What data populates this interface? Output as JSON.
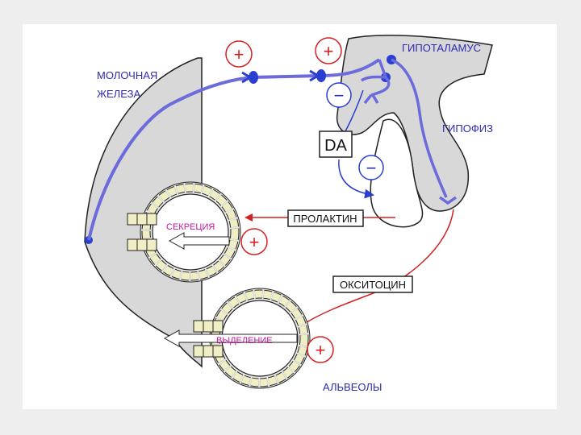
{
  "labels": {
    "mammary_gland_line1": "МОЛОЧНАЯ",
    "mammary_gland_line2": "ЖЕЛЕЗА",
    "hypothalamus": "ГИПОТАЛАМУС",
    "pituitary": "ГИПОФИЗ",
    "dopamine": "DA",
    "prolactin": "ПРОЛАКТИН",
    "oxytocin": "ОКСИТОЦИН",
    "secretion": "СЕКРЕЦИЯ",
    "excretion": "ВЫДЕЛЕНИЕ",
    "alveoli": "АЛЬВЕОЛЫ"
  },
  "signs": {
    "plus": "+",
    "minus": "−"
  },
  "colors": {
    "nerve": "#6b6bdc",
    "hormone_arrow": "#d42020",
    "plus_sign": "#d42020",
    "minus_sign": "#2030a0",
    "label_blue": "#2b2bb0",
    "label_magenta": "#c0189a",
    "tissue_gray": "#d8d8d8",
    "cell_fill": "#f0eec4"
  },
  "icons": [
    "breast-outline",
    "hypothalamus-pituitary-shape",
    "alveolus-ring",
    "duct",
    "hollow-arrow"
  ]
}
